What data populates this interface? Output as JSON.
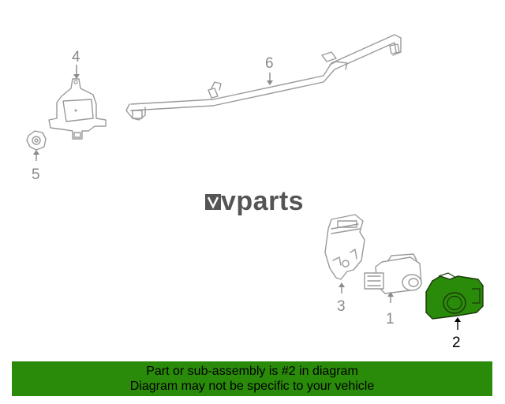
{
  "diagram": {
    "brand": {
      "logo_text": "vparts"
    },
    "callouts": [
      {
        "id": "1",
        "label": "1"
      },
      {
        "id": "2",
        "label": "2",
        "highlighted": true
      },
      {
        "id": "3",
        "label": "3"
      },
      {
        "id": "4",
        "label": "4"
      },
      {
        "id": "5",
        "label": "5"
      },
      {
        "id": "6",
        "label": "6"
      }
    ],
    "highlight_color": "#2a8a0a"
  },
  "banner": {
    "line1": "Part or sub-assembly is #2 in diagram",
    "line2": "Diagram may not be specific to your vehicle",
    "background": "#2a8a0a"
  }
}
